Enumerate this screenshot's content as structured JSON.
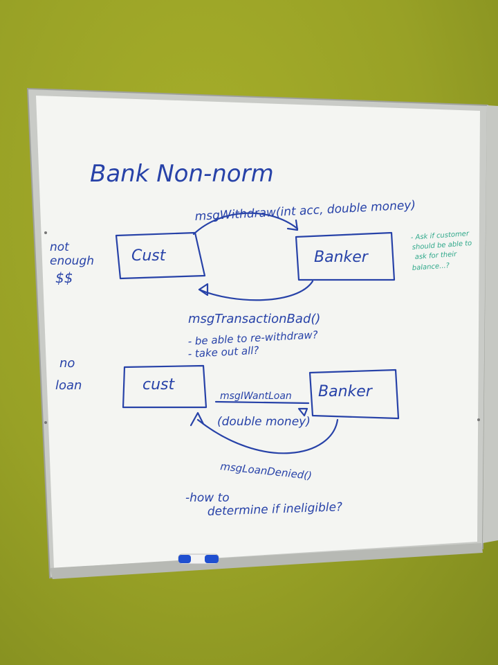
{
  "whiteboard": {
    "title": "Bank Non-norm",
    "scenario1": {
      "side_label_lines": [
        "not",
        "enough",
        "$$"
      ],
      "message_top": "msgWithdraw(int acc, double money)",
      "box_left": "Cust",
      "box_right": "Banker",
      "message_return": "msgTransactionBad()",
      "notes": [
        "- be able to re-withdraw?",
        "- take out all?"
      ],
      "side_note_lines": [
        "- Ask if customer",
        "should be able to",
        "ask for their",
        "balance...?"
      ]
    },
    "scenario2": {
      "side_label_lines": [
        "no",
        "loan"
      ],
      "box_left": "cust",
      "box_right": "Banker",
      "message_lines": [
        "msgIWantLoan",
        "(double money)"
      ],
      "message_return": "msgLoanDenied()",
      "notes": [
        "-how to",
        "determine if ineligible?"
      ]
    }
  },
  "colors": {
    "marker_blue": "#2742a8",
    "marker_green": "#2fa88a",
    "wall": "#98a126"
  }
}
